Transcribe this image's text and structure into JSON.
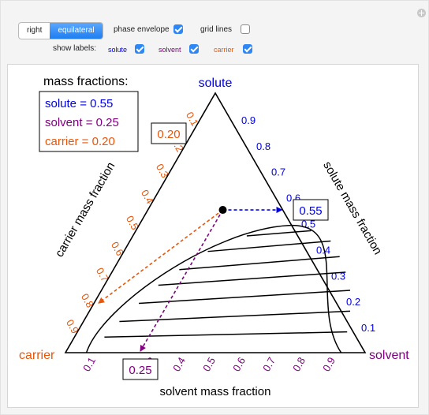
{
  "controls": {
    "orientation_options": [
      "right",
      "equilateral"
    ],
    "orientation_selected": "equilateral",
    "phase_envelope_label": "phase envelope",
    "phase_envelope_checked": true,
    "grid_lines_label": "grid lines",
    "grid_lines_checked": false,
    "show_labels_label": "show labels:",
    "solute_label": "solute",
    "solute_checked": true,
    "solvent_label": "solvent",
    "solvent_checked": true,
    "carrier_label": "carrier",
    "carrier_checked": true
  },
  "colors": {
    "solute": "#0000e6",
    "solvent": "#800080",
    "carrier": "#e8560a",
    "accent": "#2f86f5"
  },
  "plot": {
    "mass_fractions_title": "mass fractions:",
    "solute_readout": "solute = 0.55",
    "solvent_readout": "solvent = 0.25",
    "carrier_readout": "carrier = 0.20",
    "vertex_solute": "solute",
    "vertex_solvent": "solvent",
    "vertex_carrier": "carrier",
    "axis_solute": "solute mass fraction",
    "axis_solvent": "solvent mass fraction",
    "axis_carrier": "carrier mass fraction",
    "box_carrier": "0.20",
    "box_solute": "0.55",
    "box_solvent": "0.25"
  },
  "chart_data": {
    "type": "ternary",
    "point": {
      "solute": 0.55,
      "solvent": 0.25,
      "carrier": 0.2
    },
    "ticks": [
      "0.1",
      "0.2",
      "0.3",
      "0.4",
      "0.5",
      "0.6",
      "0.7",
      "0.8",
      "0.9"
    ],
    "tick_values": [
      0.1,
      0.2,
      0.3,
      0.4,
      0.5,
      0.6,
      0.7,
      0.8,
      0.9
    ],
    "solvent_ticks_hidden": [
      0.2
    ],
    "envelope": {
      "plait_point": {
        "solvent": 0.5,
        "solute": 0.49
      },
      "left_end": {
        "solvent": 0.07,
        "solute": 0.0
      },
      "right_end": {
        "solvent": 0.92,
        "solute": 0.0
      }
    },
    "tie_lines": [
      {
        "left_solvent": 0.38,
        "right_solvent": 0.585,
        "left_solute": 0.45,
        "right_solute": 0.47
      },
      {
        "left_solvent": 0.28,
        "right_solvent": 0.67,
        "left_solute": 0.39,
        "right_solute": 0.43
      },
      {
        "left_solvent": 0.22,
        "right_solvent": 0.73,
        "left_solute": 0.32,
        "right_solute": 0.37
      },
      {
        "left_solvent": 0.18,
        "right_solvent": 0.78,
        "left_solute": 0.26,
        "right_solute": 0.31
      },
      {
        "left_solvent": 0.15,
        "right_solvent": 0.83,
        "left_solute": 0.19,
        "right_solute": 0.24
      },
      {
        "left_solvent": 0.12,
        "right_solvent": 0.87,
        "left_solute": 0.12,
        "right_solute": 0.16
      },
      {
        "left_solvent": 0.1,
        "right_solvent": 0.9,
        "left_solute": 0.06,
        "right_solute": 0.08
      }
    ],
    "grid": false
  }
}
